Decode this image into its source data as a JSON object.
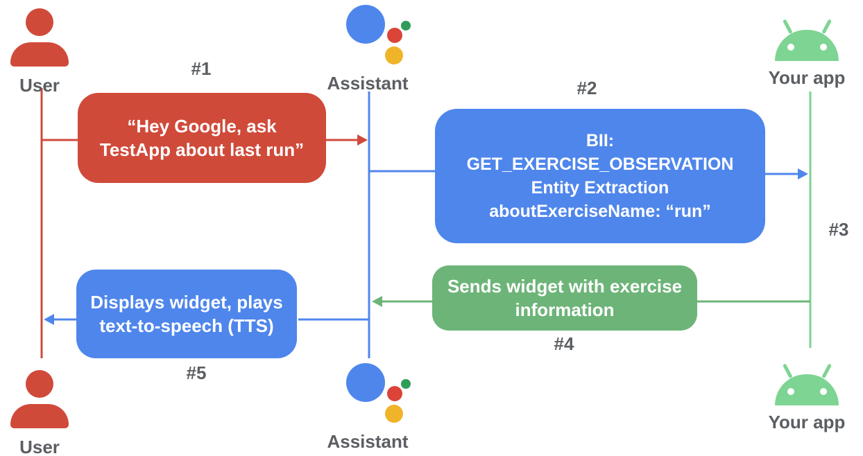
{
  "actors": {
    "user_top": {
      "label": "User"
    },
    "assistant_top": {
      "label": "Assistant"
    },
    "app_top": {
      "label": "Your app"
    },
    "user_bottom": {
      "label": "User"
    },
    "assistant_bottom": {
      "label": "Assistant"
    },
    "app_bottom": {
      "label": "Your app"
    }
  },
  "steps": {
    "s1": {
      "number": "#1",
      "lines": [
        "“Hey Google, ask",
        "TestApp about last run”"
      ]
    },
    "s2": {
      "number": "#2",
      "lines": [
        "BII:",
        "GET_EXERCISE_OBSERVATION",
        "Entity Extraction",
        "aboutExerciseName: “run”"
      ]
    },
    "s3": {
      "number": "#3"
    },
    "s4": {
      "number": "#4",
      "lines": [
        "Sends widget with exercise",
        "information"
      ]
    },
    "s5": {
      "number": "#5",
      "lines": [
        "Displays widget, plays",
        "text-to-speech (TTS)"
      ]
    }
  },
  "colors": {
    "red": "#D04A3A",
    "blue": "#4F86EC",
    "green": "#6DB478",
    "android_green": "#7ED492",
    "assistant_blue": "#4F86EC",
    "assistant_red": "#DB4437",
    "assistant_yellow": "#F0B429",
    "assistant_green": "#2F9D58",
    "text_gray": "#5B5E62",
    "white": "#FFFFFF"
  }
}
